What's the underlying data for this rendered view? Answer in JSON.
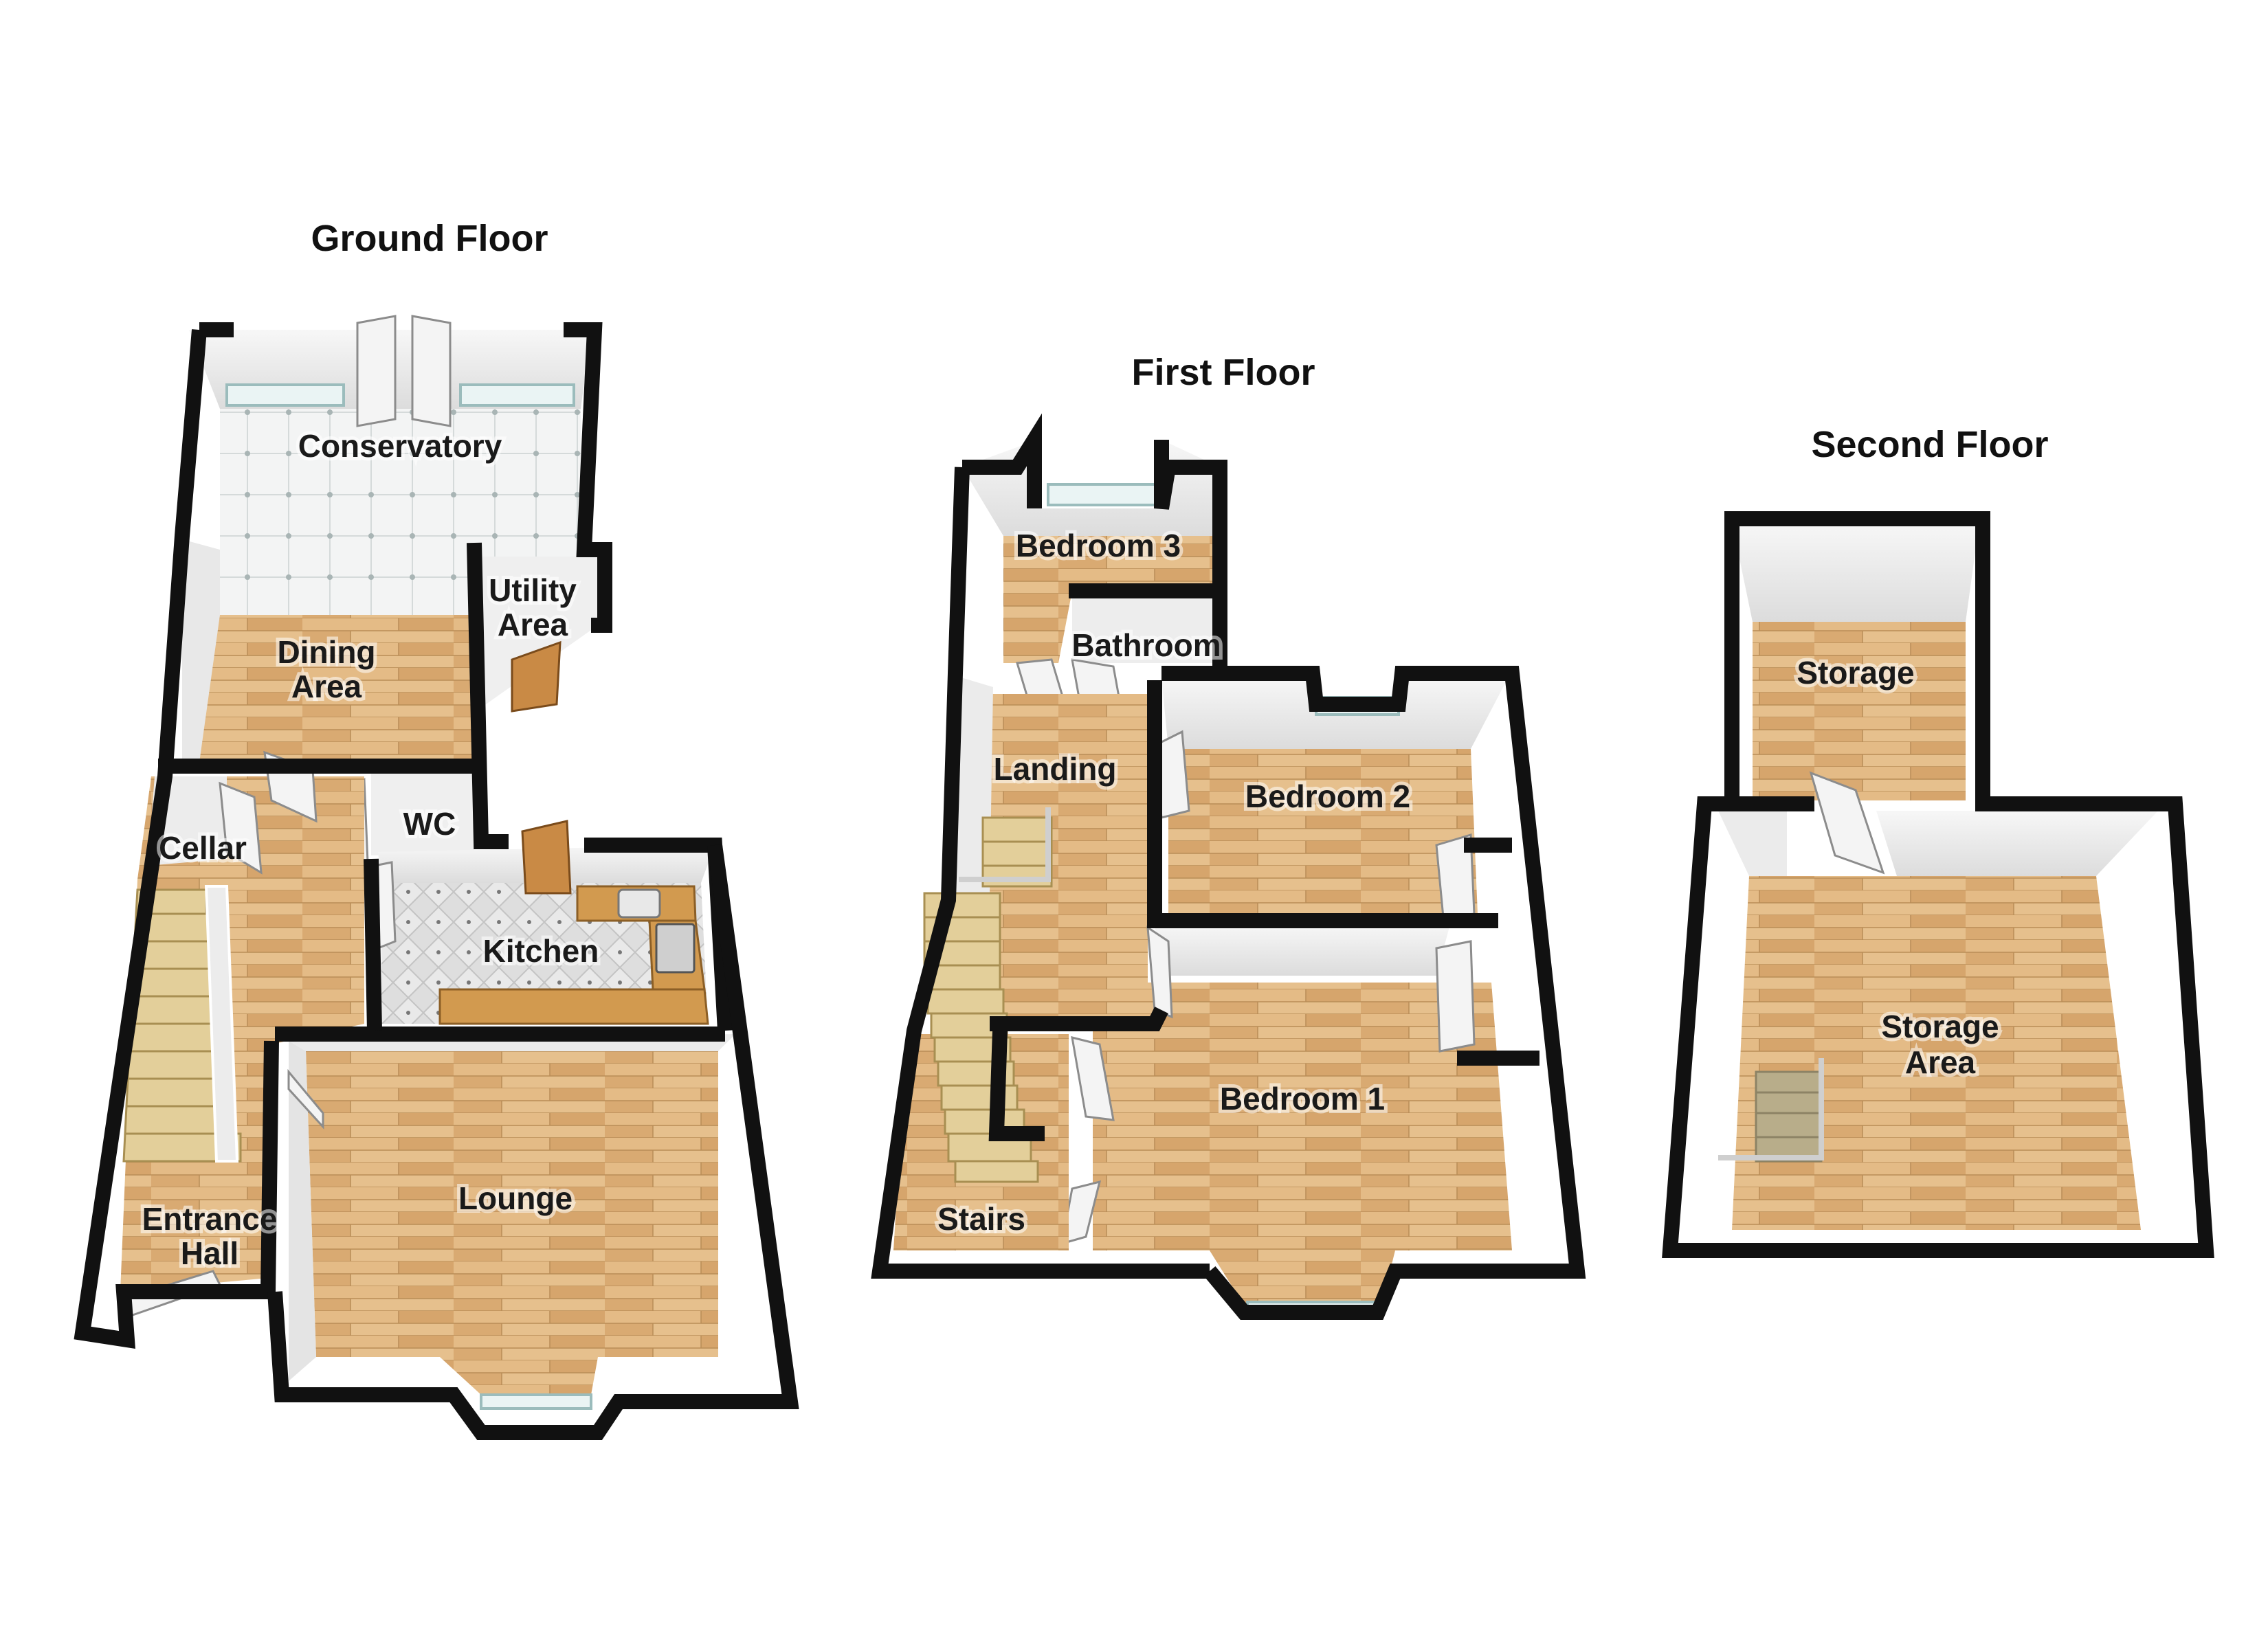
{
  "floors": [
    {
      "title": "Ground Floor"
    },
    {
      "title": "First Floor"
    },
    {
      "title": "Second Floor"
    }
  ],
  "rooms": {
    "ground": {
      "conservatory": "Conservatory",
      "dining_line1": "Dining",
      "dining_line2": "Area",
      "utility_line1": "Utility",
      "utility_line2": "Area",
      "wc": "WC",
      "cellar": "Cellar",
      "kitchen": "Kitchen",
      "lounge": "Lounge",
      "entrance_line1": "Entrance",
      "entrance_line2": "Hall"
    },
    "first": {
      "bedroom3": "Bedroom 3",
      "bathroom": "Bathroom",
      "landing": "Landing",
      "bedroom2": "Bedroom 2",
      "bedroom1": "Bedroom 1",
      "stairs": "Stairs"
    },
    "second": {
      "storage": "Storage",
      "storage_area_line1": "Storage",
      "storage_area_line2": "Area"
    }
  },
  "colors": {
    "wood_light": "#e2b77e",
    "wood_dark": "#c7935a",
    "tile": "#f0f1f1",
    "kitchen_tile": "#dcdcdc",
    "wall": "#111111"
  }
}
